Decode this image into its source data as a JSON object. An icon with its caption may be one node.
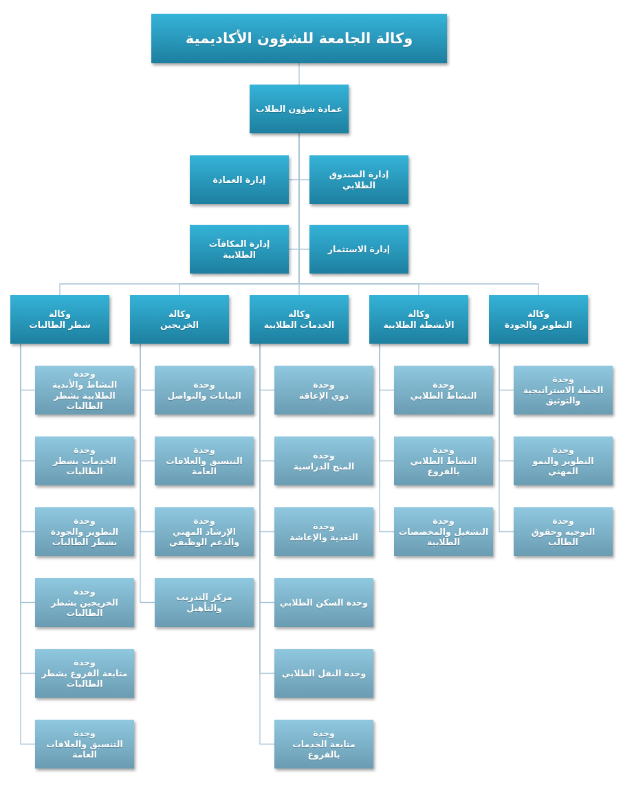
{
  "diagram": {
    "nodes": [
      {
        "text": [
          "وكالة الجامعة للشؤون الأكاديمية"
        ]
      },
      {
        "text": [
          "عمادة شؤون الطلاب"
        ]
      },
      {
        "text": [
          "إدارة الصندوق الطلابي"
        ]
      },
      {
        "text": [
          "إدارة العمادة"
        ]
      },
      {
        "text": [
          "إدارة الاستثمار"
        ]
      },
      {
        "text": [
          "إدارة المكافآت الطلابية"
        ]
      },
      {
        "text": [
          "وكالة",
          "التطوير والجودة"
        ]
      },
      {
        "text": [
          "وكالة",
          "الأنشطة الطلابية"
        ]
      },
      {
        "text": [
          "وكالة",
          "الخدمات الطلابية"
        ]
      },
      {
        "text": [
          "وكالة",
          "الخريجين"
        ]
      },
      {
        "text": [
          "وكالة",
          "شطر الطالبات"
        ]
      },
      {
        "text": [
          "وحدة",
          "الخطة الاستراتيجية والتوثيق"
        ]
      },
      {
        "text": [
          "وحدة",
          "التطوير والنمو المهني"
        ]
      },
      {
        "text": [
          "وحدة",
          "التوجيه وحقوق الطالب"
        ]
      },
      {
        "text": [
          "وحدة",
          "النشاط الطلابي"
        ]
      },
      {
        "text": [
          "وحدة",
          "النشاط الطلابي بالفروع"
        ]
      },
      {
        "text": [
          "وحدة",
          "التشغيل والمخصصات الطلابية"
        ]
      },
      {
        "text": [
          "وحدة",
          "ذوي الإعاقة"
        ]
      },
      {
        "text": [
          "وحدة",
          "المنح الدراسية"
        ]
      },
      {
        "text": [
          "وحدة",
          "التغذية والإعاشة"
        ]
      },
      {
        "text": [
          "وحدة السكن الطلابي"
        ]
      },
      {
        "text": [
          "وحدة النقل الطلابي"
        ]
      },
      {
        "text": [
          "وحدة",
          "متابعة الخدمات بالفروع"
        ]
      },
      {
        "text": [
          "وحدة",
          "البيانات والتواصل"
        ]
      },
      {
        "text": [
          "وحدة",
          "التنسيق والعلاقات العامة"
        ]
      },
      {
        "text": [
          "وحدة",
          "الإرشاد المهني والدعم الوظيفي"
        ]
      },
      {
        "text": [
          "مركز التدريب والتأهيل"
        ]
      },
      {
        "text": [
          "وحدة",
          "النشاط والأندية الطلابية بشطر الطالبات"
        ]
      },
      {
        "text": [
          "وحدة",
          "الخدمات بشطر الطالبات"
        ]
      },
      {
        "text": [
          "وحدة",
          "التطوير والجودة بشطر الطالبات"
        ]
      },
      {
        "text": [
          "وحدة",
          "الخريجين بشطر الطالبات"
        ]
      },
      {
        "text": [
          "وحدة",
          "متابعة الفروع بشطر الطالبات"
        ]
      },
      {
        "text": [
          "وحدة",
          "التنسيق والعلاقات العامة"
        ]
      }
    ],
    "edges": [
      {
        "from": 0,
        "to": 1,
        "arrow": "none"
      },
      {
        "from": 1,
        "to": 2,
        "arrow": "none"
      },
      {
        "from": 1,
        "to": 3,
        "arrow": "none"
      },
      {
        "from": 1,
        "to": 4,
        "arrow": "none"
      },
      {
        "from": 1,
        "to": 5,
        "arrow": "none"
      },
      {
        "from": 1,
        "to": 6,
        "arrow": "none"
      },
      {
        "from": 1,
        "to": 7,
        "arrow": "none"
      },
      {
        "from": 1,
        "to": 8,
        "arrow": "none"
      },
      {
        "from": 1,
        "to": 9,
        "arrow": "none"
      },
      {
        "from": 1,
        "to": 10,
        "arrow": "none"
      },
      {
        "from": 6,
        "to": 11,
        "arrow": "none"
      },
      {
        "from": 6,
        "to": 12,
        "arrow": "none"
      },
      {
        "from": 6,
        "to": 13,
        "arrow": "none"
      },
      {
        "from": 7,
        "to": 14,
        "arrow": "none"
      },
      {
        "from": 7,
        "to": 15,
        "arrow": "none"
      },
      {
        "from": 7,
        "to": 16,
        "arrow": "none"
      },
      {
        "from": 8,
        "to": 17,
        "arrow": "none"
      },
      {
        "from": 8,
        "to": 18,
        "arrow": "none"
      },
      {
        "from": 8,
        "to": 19,
        "arrow": "none"
      },
      {
        "from": 8,
        "to": 20,
        "arrow": "none"
      },
      {
        "from": 8,
        "to": 21,
        "arrow": "none"
      },
      {
        "from": 8,
        "to": 22,
        "arrow": "none"
      },
      {
        "from": 9,
        "to": 23,
        "arrow": "none"
      },
      {
        "from": 9,
        "to": 24,
        "arrow": "none"
      },
      {
        "from": 9,
        "to": 25,
        "arrow": "none"
      },
      {
        "from": 9,
        "to": 26,
        "arrow": "none"
      },
      {
        "from": 10,
        "to": 27,
        "arrow": "none"
      },
      {
        "from": 10,
        "to": 28,
        "arrow": "none"
      },
      {
        "from": 10,
        "to": 29,
        "arrow": "none"
      },
      {
        "from": 10,
        "to": 30,
        "arrow": "none"
      },
      {
        "from": 10,
        "to": 31,
        "arrow": "none"
      },
      {
        "from": 10,
        "to": 32,
        "arrow": "none"
      }
    ]
  }
}
